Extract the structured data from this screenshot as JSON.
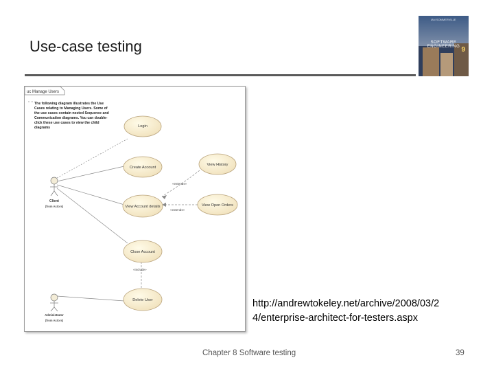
{
  "slide": {
    "title": "Use-case testing",
    "url_line1": "http://andrewtokeley.net/archive/2008/03/2",
    "url_line2": "4/enterprise-architect-for-testers.aspx",
    "footer": "Chapter 8 Software testing",
    "page_number": "39"
  },
  "book_cover": {
    "title": "SOFTWARE ENGINEERING",
    "edition": "9",
    "author": "IAN SOMMERVILLE"
  },
  "diagram": {
    "frame_label": "uc Manage Users",
    "note_lines": [
      "The following diagram illustrates the Use",
      "Cases relating to Managing Users. Some of",
      "the use cases contain nested Sequence and",
      "Communication diagrams. You can double-",
      "click these use cases to view the child",
      "diagrams"
    ],
    "actors": [
      {
        "name": "Client",
        "stereotype": "(from Actors)"
      },
      {
        "name": "Administrator",
        "stereotype": "(from Actors)"
      }
    ],
    "use_cases": {
      "login": "Login",
      "create_account": "Create Account",
      "view_history": "View History",
      "view_account_details": "View Account details",
      "view_open_orders": "View Open Orders",
      "close_account": "Close Account",
      "delete_user": "Delete User"
    },
    "relations": {
      "extends_1": "«extends»",
      "extends_2": "«extends»",
      "include": "«include»"
    }
  }
}
